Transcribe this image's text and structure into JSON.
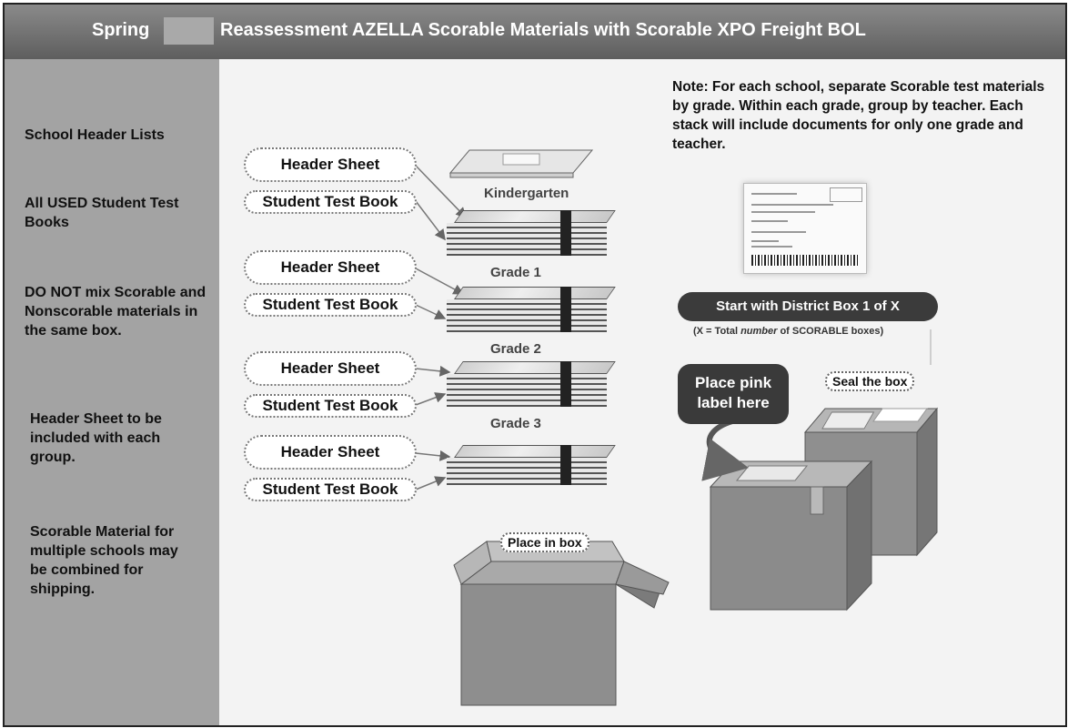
{
  "banner": {
    "left": "Spring",
    "right": "Reassessment AZELLA Scorable Materials with Scorable XPO Freight BOL"
  },
  "sidebar": {
    "items": [
      "School Header Lists",
      "All USED Student Test Books",
      "DO NOT mix Scorable and Nonscorable materials in the same box.",
      "Header Sheet to be included with each group.",
      "Scorable Material for multiple schools may be combined for shipping."
    ]
  },
  "groups": [
    {
      "header": "Header Sheet",
      "book": "Student Test Book"
    },
    {
      "header": "Header Sheet",
      "book": "Student Test Book"
    },
    {
      "header": "Header Sheet",
      "book": "Student Test Book"
    },
    {
      "header": "Header Sheet",
      "book": "Student Test Book"
    }
  ],
  "grades": [
    "Kindergarten",
    "Grade 1",
    "Grade 2",
    "Grade 3"
  ],
  "note": "Note:  For each school, separate Scorable test materials by grade. Within each grade, group by teacher. Each stack will include documents for only one grade and teacher.",
  "start_label": "Start with District Box 1 of X",
  "start_note_prefix": "(X = Total ",
  "start_note_em": "number",
  "start_note_suffix": " of SCORABLE boxes)",
  "place_in_box": "Place in box",
  "pink_label": "Place pink label here",
  "seal_box": "Seal the box",
  "colors": {
    "banner": "#6f6f6f",
    "sidebar": "#a3a3a3",
    "dark_pill": "#3b3b3b"
  }
}
